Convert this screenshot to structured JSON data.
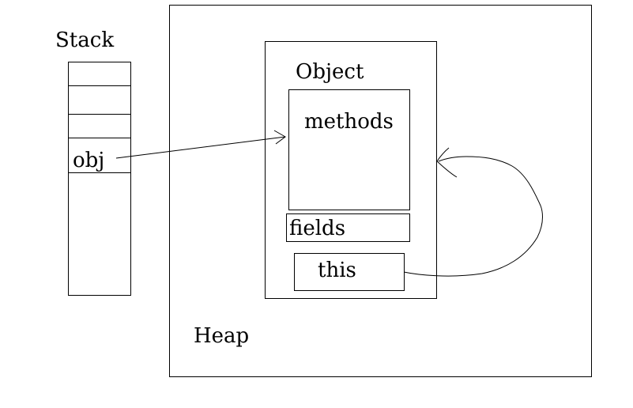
{
  "stack": {
    "title": "Stack",
    "slot_label": "obj"
  },
  "heap": {
    "title": "Heap"
  },
  "object": {
    "title": "Object",
    "methods_label": "methods",
    "fields_label": "fields",
    "this_label": "this"
  }
}
